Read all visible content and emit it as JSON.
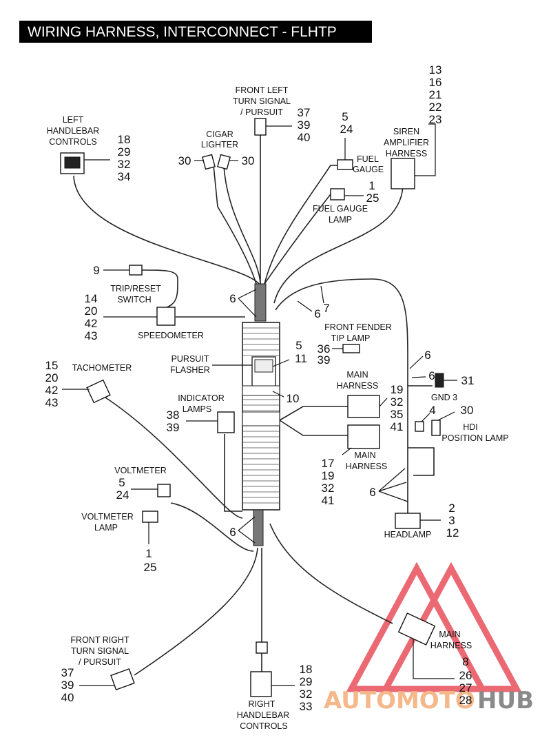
{
  "title": "WIRING HARNESS, INTERCONNECT - FLHTP",
  "labels": {
    "front_left_turn_1": "FRONT LEFT",
    "front_left_turn_2": "TURN SIGNAL",
    "front_left_turn_3": "/ PURSUIT",
    "left_hb_1": "LEFT",
    "left_hb_2": "HANDLEBAR",
    "left_hb_3": "CONTROLS",
    "cigar_1": "CIGAR",
    "cigar_2": "LIGHTER",
    "fuel_gauge_1": "FUEL",
    "fuel_gauge_2": "GAUGE",
    "fuel_lamp_1": "FUEL GAUGE",
    "fuel_lamp_2": "LAMP",
    "siren_1": "SIREN",
    "siren_2": "AMPLIFIER",
    "siren_3": "HARNESS",
    "trip_1": "TRIP/RESET",
    "trip_2": "SWITCH",
    "speedometer": "SPEEDOMETER",
    "front_fender_1": "FRONT FENDER",
    "front_fender_2": "TIP LAMP",
    "pursuit_1": "PURSUIT",
    "pursuit_2": "FLASHER",
    "tachometer": "TACHOMETER",
    "main_harness_upper_1": "MAIN",
    "main_harness_upper_2": "HARNESS",
    "gnd3": "GND 3",
    "indicator_1": "INDICATOR",
    "indicator_2": "LAMPS",
    "hdi_1": "HDI",
    "hdi_2": "POSITION LAMP",
    "main_harness_lower_1": "MAIN",
    "main_harness_lower_2": "HARNESS",
    "voltmeter": "VOLTMETER",
    "volt_lamp_1": "VOLTMETER",
    "volt_lamp_2": "LAMP",
    "headlamp": "HEADLAMP",
    "main_harness_br_1": "MAIN",
    "main_harness_br_2": "HARNESS",
    "front_right_1": "FRONT RIGHT",
    "front_right_2": "TURN SIGNAL",
    "front_right_3": "/ PURSUIT",
    "right_hb_1": "RIGHT",
    "right_hb_2": "HANDLEBAR",
    "right_hb_3": "CONTROLS"
  },
  "callouts": {
    "c13": "13",
    "c16": "16",
    "c21": "21",
    "c22": "22",
    "c23": "23",
    "fl37": "37",
    "fl39": "39",
    "fl40": "40",
    "fg5": "5",
    "fg24": "24",
    "lh18": "18",
    "lh29": "29",
    "lh32": "32",
    "lh34": "34",
    "cig30a": "30",
    "cig30b": "30",
    "fgl1": "1",
    "fgl25": "25",
    "trip9": "9",
    "sp14": "14",
    "sp20": "20",
    "sp42": "42",
    "sp43": "43",
    "c6a": "6",
    "c6b": "6",
    "c7": "7",
    "ff36": "36",
    "ff39": "39",
    "pf5": "5",
    "pf11": "11",
    "c10": "10",
    "c6c": "6",
    "c6d": "6",
    "g31": "31",
    "ta15": "15",
    "ta20": "20",
    "ta42": "42",
    "ta43": "43",
    "mh19": "19",
    "mh32": "32",
    "mh35": "35",
    "mh41": "41",
    "g4": "4",
    "hdi30": "30",
    "il38": "38",
    "il39": "39",
    "ml17": "17",
    "ml19": "19",
    "ml32": "32",
    "ml41": "41",
    "c6e": "6",
    "vm5": "5",
    "vm24": "24",
    "hl2": "2",
    "hl3": "3",
    "hl12": "12",
    "c6f": "6",
    "vl1": "1",
    "vl25": "25",
    "br8": "8",
    "br26": "26",
    "br27": "27",
    "br28": "28",
    "fr37": "37",
    "fr39": "39",
    "fr40": "40",
    "rh18": "18",
    "rh29": "29",
    "rh32": "32",
    "rh33": "33"
  },
  "watermark": {
    "part1": "AUTOMOTO",
    "part2": "HUB",
    "color1": "#f5b88a",
    "color2": "#8a8a8a",
    "logo_color": "#e8505b"
  },
  "colors": {
    "title_bg": "#000000",
    "title_fg": "#ffffff",
    "line": "#222222"
  }
}
